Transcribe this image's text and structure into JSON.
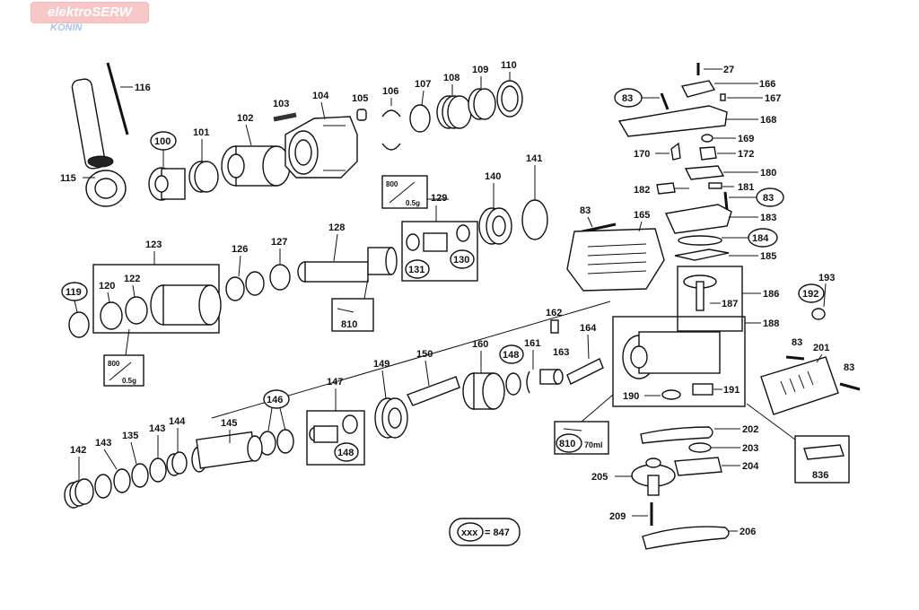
{
  "logo": {
    "brand": "elektroSERW",
    "city": "KONIN"
  },
  "legend": {
    "code": "xxx",
    "value": "= 847"
  },
  "labels": {
    "l116": "116",
    "l115": "115",
    "l100": "100",
    "l101": "101",
    "l102": "102",
    "l103": "103",
    "l104": "104",
    "l105": "105",
    "l106": "106",
    "l107": "107",
    "l108": "108",
    "l109": "109",
    "l110": "110",
    "l27": "27",
    "l166": "166",
    "l167": "167",
    "l83a": "83",
    "l168": "168",
    "l169": "169",
    "l170": "170",
    "l172": "172",
    "l180": "180",
    "l182": "182",
    "l181": "181",
    "l83b": "83",
    "l183": "183",
    "l184": "184",
    "l185": "185",
    "l129": "129",
    "l131": "131",
    "l130": "130",
    "l140": "140",
    "l141": "141",
    "l83c": "83",
    "l165": "165",
    "l123": "123",
    "l120": "120",
    "l122": "122",
    "l119": "119",
    "l126": "126",
    "l127": "127",
    "l128": "128",
    "l810a": "810",
    "l186": "186",
    "l187": "187",
    "l192": "192",
    "l193": "193",
    "l188": "188",
    "l83d": "83",
    "l201": "201",
    "l83e": "83",
    "l190": "190",
    "l191": "191",
    "l162": "162",
    "l164": "164",
    "l160": "160",
    "l148a": "148",
    "l161": "161",
    "l163": "163",
    "l149": "149",
    "l150": "150",
    "l147": "147",
    "l148b": "148",
    "l146": "146",
    "l142": "142",
    "l143a": "143",
    "l135": "135",
    "l143b": "143",
    "l144": "144",
    "l145": "145",
    "l810b": "810",
    "l70ml": "70ml",
    "l202": "202",
    "l203": "203",
    "l204": "204",
    "l205": "205",
    "l209": "209",
    "l206": "206",
    "l836": "836",
    "g800a": "800",
    "g05a": "0.5g",
    "g800b": "800",
    "g05b": "0.5g"
  }
}
